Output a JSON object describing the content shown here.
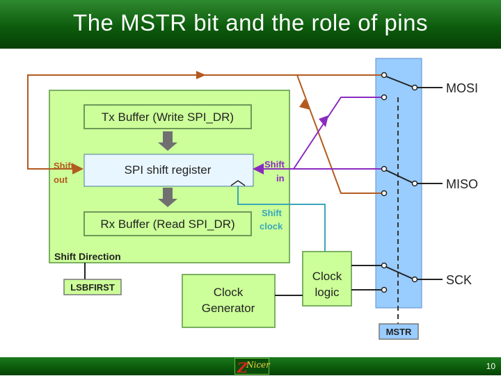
{
  "header": {
    "title": "The MSTR bit and the role of pins"
  },
  "footer": {
    "page_number": "10",
    "logo_text": "Nicer",
    "logo_letter": "Z"
  },
  "diagram": {
    "tx_buffer": "Tx Buffer (Write SPI_DR)",
    "shift_register": "SPI shift register",
    "rx_buffer": "Rx Buffer (Read SPI_DR)",
    "shift_out": {
      "line1": "Shift",
      "line2": "out"
    },
    "shift_in": {
      "line1": "Shift",
      "line2": "in"
    },
    "shift_clock": {
      "line1": "Shift",
      "line2": "clock"
    },
    "shift_direction": "Shift Direction",
    "lsbfirst": "LSBFIRST",
    "clock_logic": {
      "line1": "Clock",
      "line2": "logic"
    },
    "clock_generator": {
      "line1": "Clock",
      "line2": "Generator"
    },
    "mstr": "MSTR",
    "pins": {
      "mosi": "MOSI",
      "miso": "MISO",
      "sck": "SCK"
    },
    "colors": {
      "spi_block_fill": "#ccff99",
      "pin_panel_fill": "#99ccff",
      "data_line": "#b35a1f",
      "input_line": "#8a2bbf",
      "clock_line": "#3aa6b8"
    }
  }
}
